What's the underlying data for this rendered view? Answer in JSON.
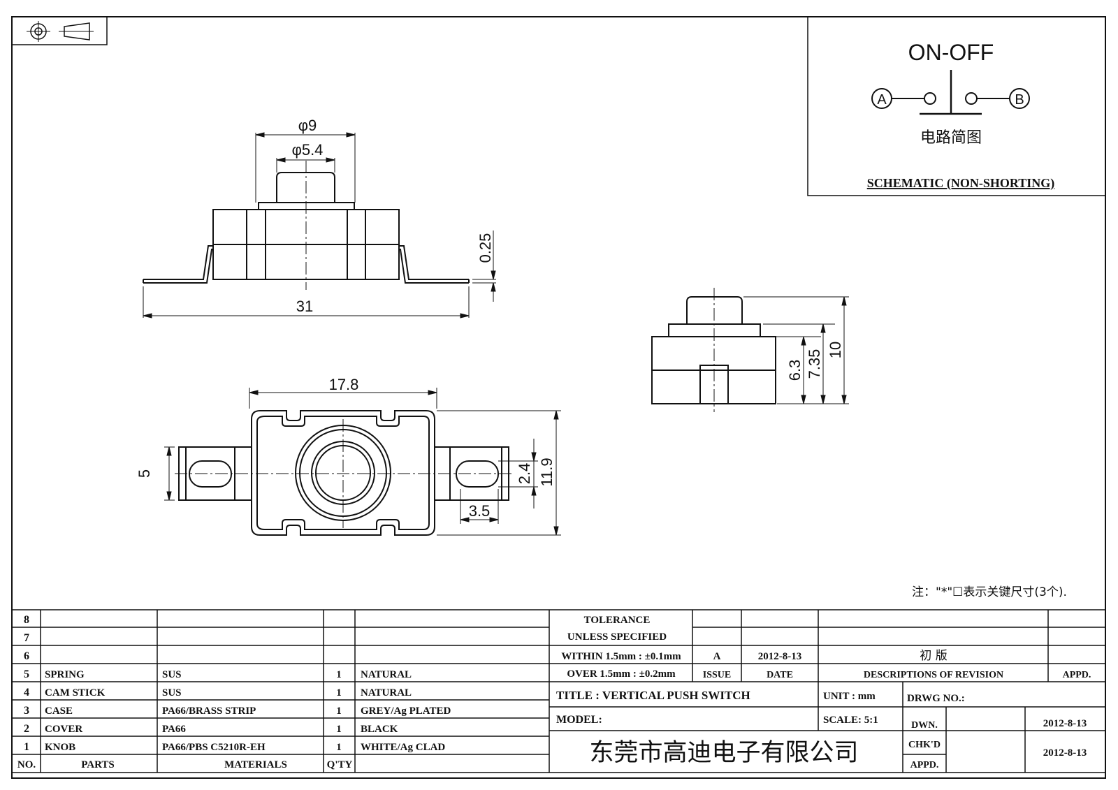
{
  "title_block": {
    "projection_symbol": "first-angle-projection-icon",
    "schematic": {
      "label": "ON-OFF",
      "terminal_a": "A",
      "terminal_b": "B",
      "caption_cn": "电路简图",
      "caption": "SCHEMATIC (NON-SHORTING)"
    },
    "note": "注：\"*\"☐表示关键尺寸(3个).",
    "company": "东莞市高迪电子有限公司"
  },
  "dimensions": {
    "front": {
      "d9": "φ9",
      "d54": "φ5.4",
      "t025": "0.25",
      "w31": "31"
    },
    "side": {
      "h63": "6.3",
      "h735": "7.35",
      "h10": "10"
    },
    "top": {
      "w178": "17.8",
      "h5": "5",
      "h24": "2.4",
      "h119": "11.9",
      "w35": "3.5"
    }
  },
  "bom": {
    "empty_rows": [
      "8",
      "7",
      "6"
    ],
    "rows": [
      {
        "no": "5",
        "part": "SPRING",
        "material": "SUS",
        "qty": "1",
        "color": "NATURAL"
      },
      {
        "no": "4",
        "part": "CAM STICK",
        "material": "SUS",
        "qty": "1",
        "color": "NATURAL"
      },
      {
        "no": "3",
        "part": "CASE",
        "material": "PA66/BRASS STRIP",
        "qty": "1",
        "color": "GREY/Ag PLATED"
      },
      {
        "no": "2",
        "part": "COVER",
        "material": "PA66",
        "qty": "1",
        "color": "BLACK"
      },
      {
        "no": "1",
        "part": "KNOB",
        "material": "PA66/PBS C5210R-EH",
        "qty": "1",
        "color": "WHITE/Ag CLAD"
      }
    ],
    "header": {
      "no": "NO.",
      "parts": "PARTS",
      "materials": "MATERIALS",
      "qty": "Q'TY"
    }
  },
  "tolerance": {
    "line1": "TOLERANCE",
    "line2": "UNLESS SPECIFIED",
    "line3": "WITHIN 1.5mm : ±0.1mm",
    "line4": "OVER 1.5mm : ±0.2mm"
  },
  "revision": {
    "issue": "A",
    "date": "2012-8-13",
    "description": "初 版",
    "issue_label": "ISSUE",
    "date_label": "DATE",
    "desc_label": "DESCRIPTIONS OF REVISION",
    "appd_label": "APPD."
  },
  "info": {
    "title": "TITLE :  VERTICAL PUSH SWITCH",
    "unit": "UNIT :  mm",
    "drwg_no": "DRWG NO.:",
    "model": "MODEL:",
    "scale": "SCALE:  5:1",
    "dwn_label": "DWN.",
    "dwn_date": "2012-8-13",
    "chkd_label": "CHK'D",
    "appd_label": "APPD.",
    "chkd_date": "2012-8-13"
  }
}
